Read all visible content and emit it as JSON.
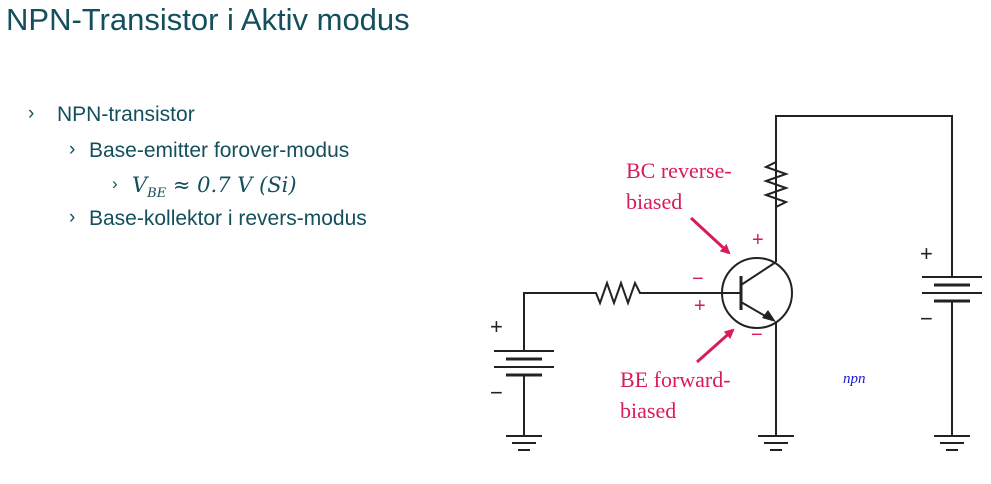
{
  "title": "NPN-Transistor i Aktiv modus",
  "bullets": {
    "level1": "NPN-transistor",
    "base_emitter": "Base-emitter forover-modus",
    "vbe_formula": {
      "v": "V",
      "sub": "BE",
      "rest": " ≈ 0.7 V (Si)"
    },
    "base_collector": "Base-kollektor i revers-modus",
    "marker": "›"
  },
  "diagram": {
    "bc_label_line1": "BC reverse-",
    "bc_label_line2": "biased",
    "be_label_line1": "BE forward-",
    "be_label_line2": "biased",
    "collector_plus": "+",
    "base_minus": "−",
    "base_plus": "+",
    "emitter_minus": "−",
    "left_source_plus": "+",
    "left_source_minus": "−",
    "right_source_plus": "+",
    "right_source_minus": "−",
    "type_label": "npn"
  },
  "colors": {
    "title": "#134f5c",
    "annotation": "#d81b60",
    "wire": "#222222",
    "type_label": "#1a1acc"
  }
}
